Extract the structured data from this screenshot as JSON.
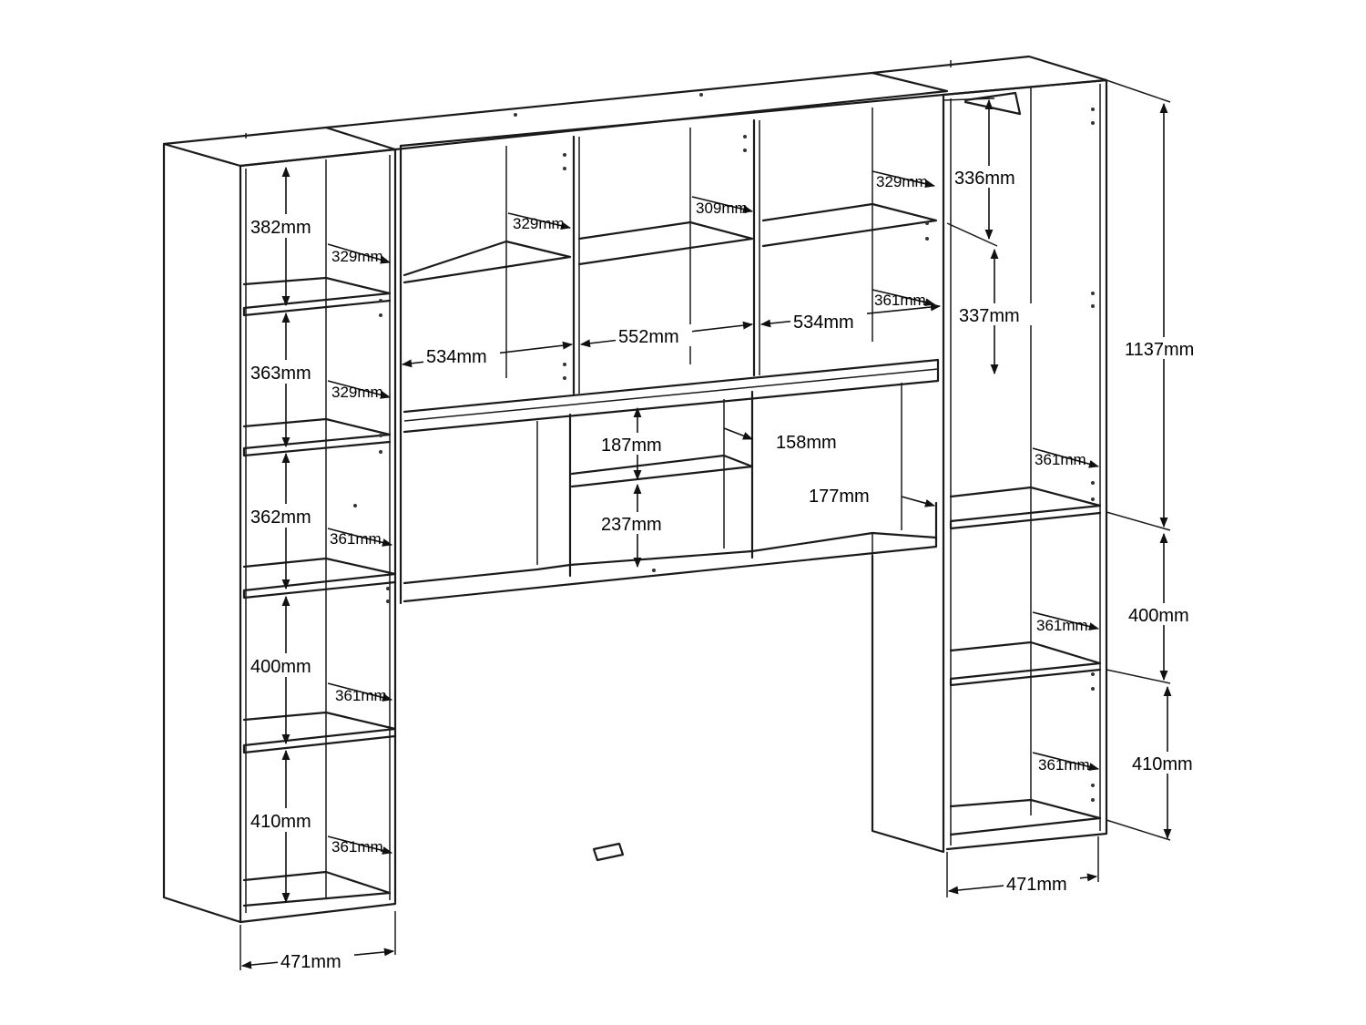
{
  "diagram": {
    "left_tower": {
      "heights": [
        "382mm",
        "363mm",
        "362mm",
        "400mm",
        "410mm"
      ],
      "depths": [
        "329mm",
        "329mm",
        "361mm",
        "361mm",
        "361mm"
      ],
      "width": "471mm"
    },
    "bridge": {
      "upper_widths": [
        "534mm",
        "552mm",
        "534mm"
      ],
      "upper_depths": [
        "329mm",
        "309mm",
        "329mm",
        "361mm"
      ],
      "cubby_heights": [
        "187mm",
        "237mm"
      ],
      "cubby_depth": "158mm",
      "right_depth": "177mm"
    },
    "right_tower": {
      "top_heights": [
        "336mm",
        "337mm"
      ],
      "total_height": "1137mm",
      "lower_heights": [
        "400mm",
        "410mm"
      ],
      "depths": [
        "361mm",
        "361mm",
        "361mm"
      ],
      "width": "471mm"
    }
  }
}
